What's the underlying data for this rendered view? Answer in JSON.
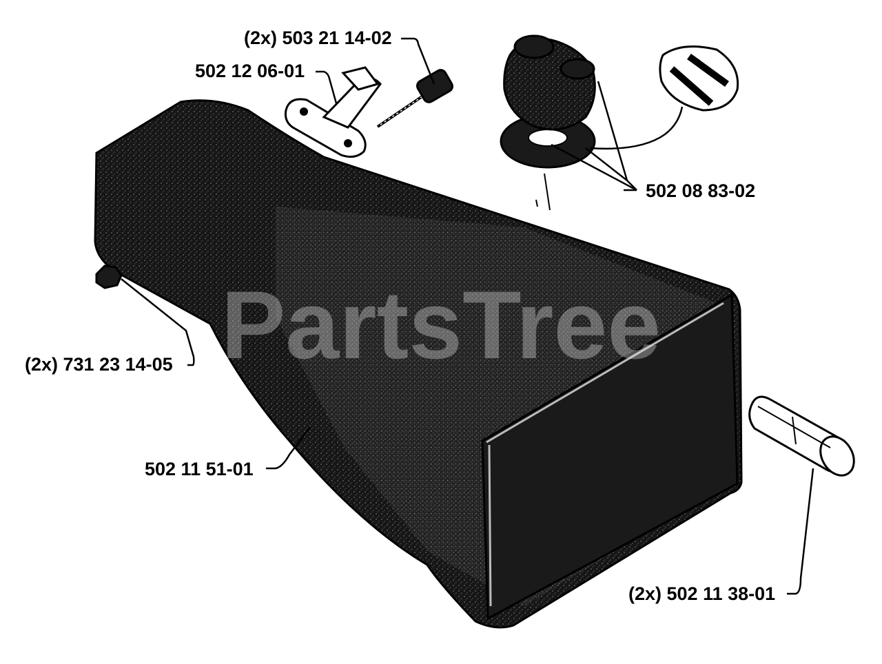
{
  "watermark": "PartsTree",
  "parts": [
    {
      "id": "screw",
      "label": "(2x) 503 21 14-02"
    },
    {
      "id": "bracket",
      "label": "502 12 06-01"
    },
    {
      "id": "fuel-cap",
      "label": "502 08 83-02"
    },
    {
      "id": "nut",
      "label": "(2x) 731 23 14-05"
    },
    {
      "id": "fuel-tank",
      "label": "502 11 51-01"
    },
    {
      "id": "spacer",
      "label": "(2x) 502 11 38-01"
    }
  ],
  "colors": {
    "ink": "#000000",
    "paper": "#ffffff",
    "tank_fill": "#1b1b1b",
    "watermark": "#e6e6e6"
  }
}
